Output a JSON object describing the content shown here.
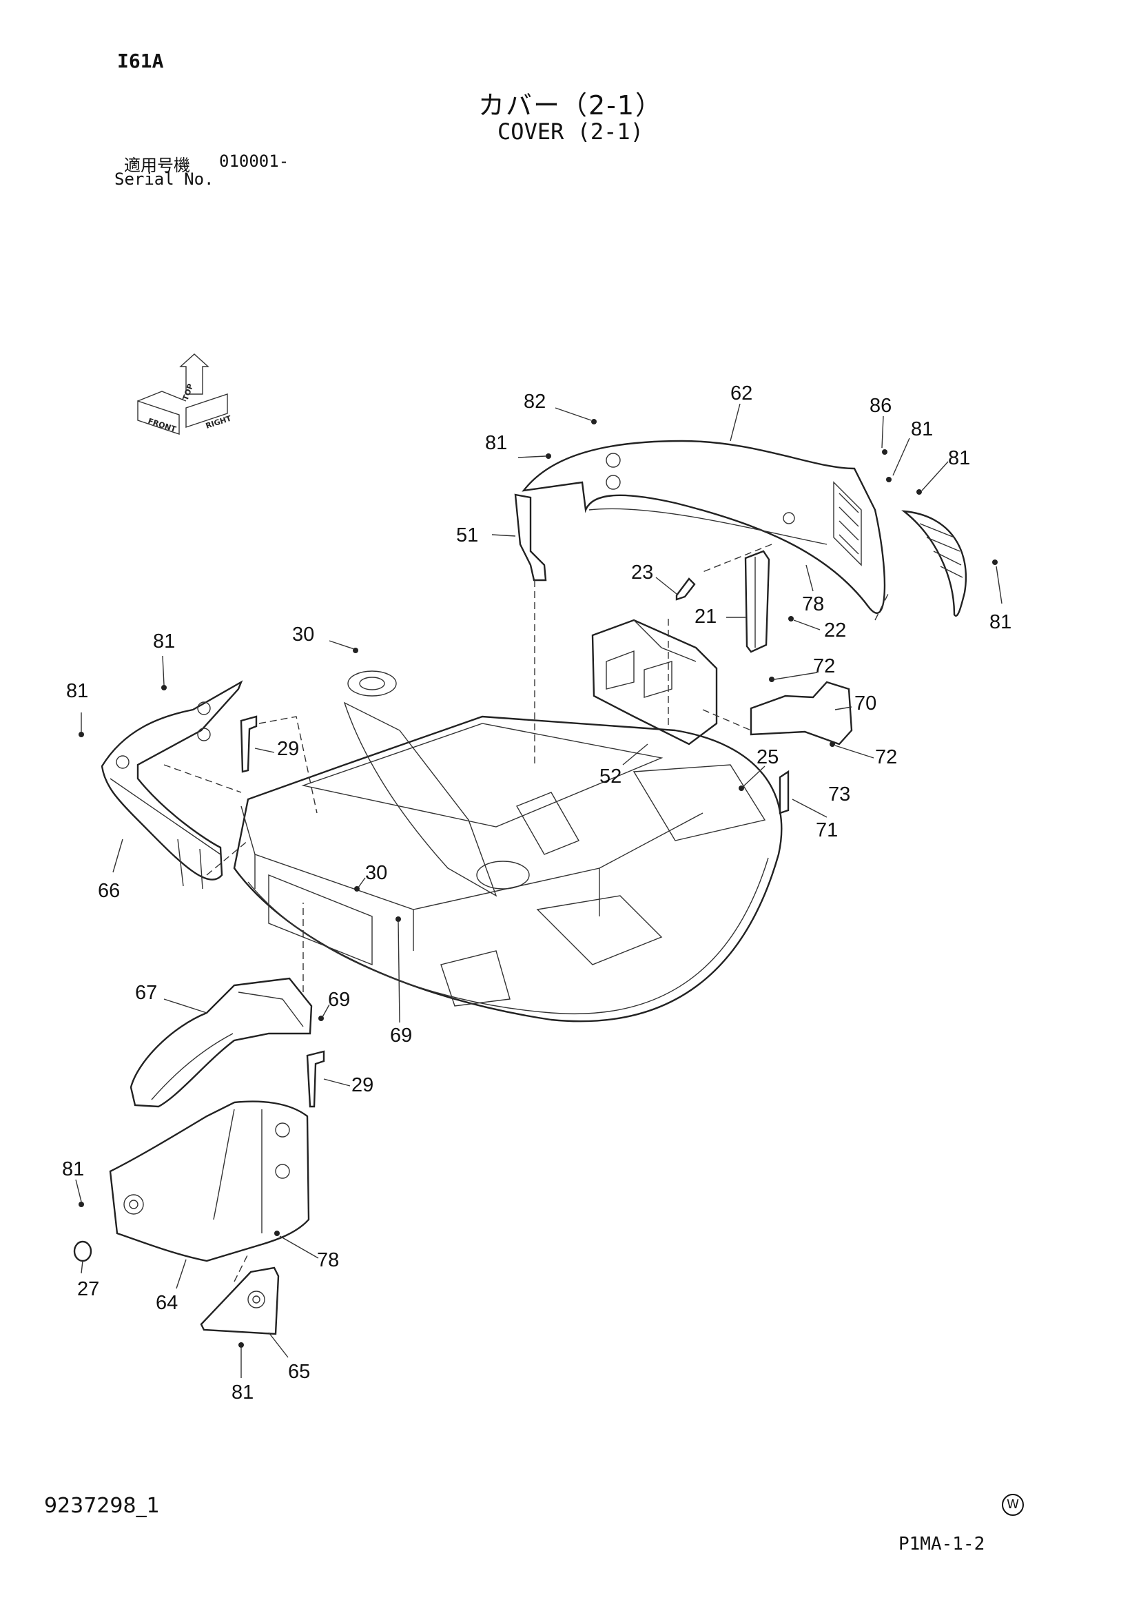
{
  "header": {
    "code": "I61A",
    "title_jp": "カバー（2-1）",
    "title_en": "COVER (2-1)",
    "serial_label_jp": "適用号機",
    "serial_value": "010001-",
    "serial_label_en": "Serial No."
  },
  "compass": {
    "front": "FRONT",
    "top": "TOP",
    "right": "RIGHT"
  },
  "callouts": [
    "82",
    "62",
    "86",
    "81",
    "81",
    "81",
    "51",
    "23",
    "21",
    "78",
    "22",
    "81",
    "30",
    "81",
    "81",
    "29",
    "72",
    "70",
    "72",
    "25",
    "73",
    "71",
    "52",
    "66",
    "30",
    "67",
    "69",
    "69",
    "29",
    "81",
    "27",
    "64",
    "78",
    "65",
    "81"
  ],
  "footer": {
    "doc_number": "9237298_1",
    "mark": "W",
    "page_ref": "P1MA-1-2"
  }
}
